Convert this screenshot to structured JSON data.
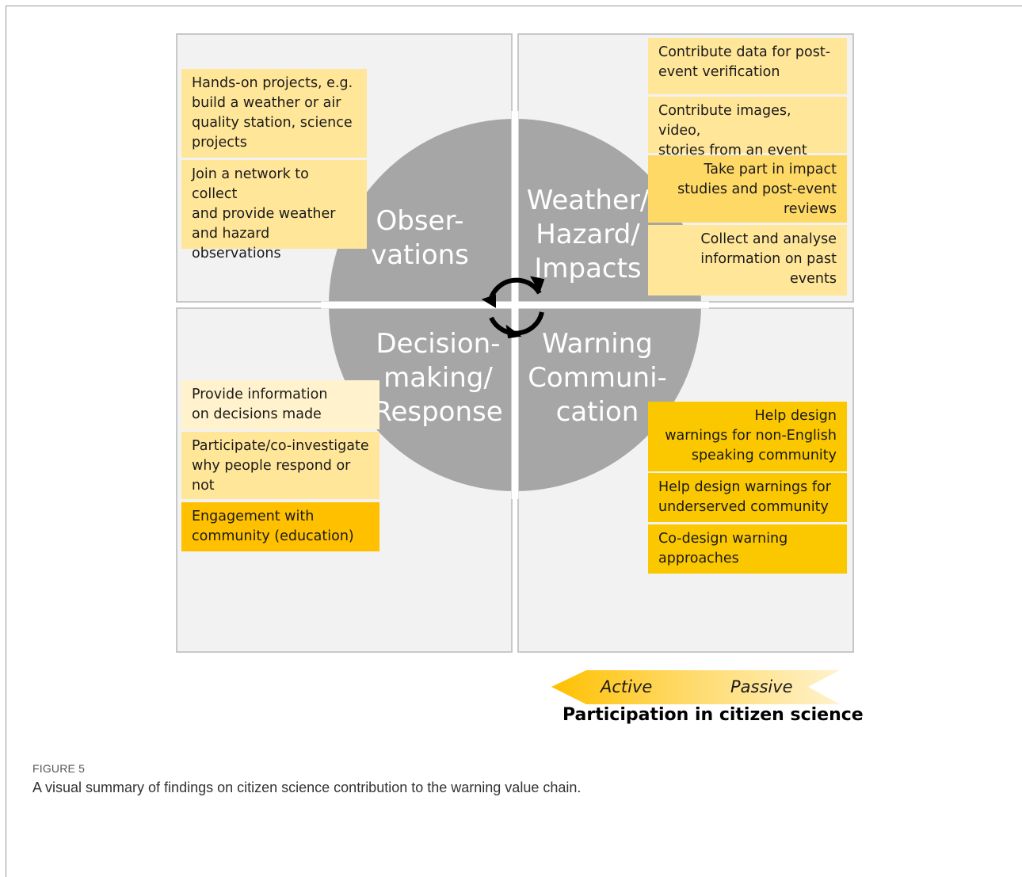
{
  "quadrants": {
    "observations": "Obser-\nvations",
    "weather": "Weather/\nHazard/\nImpacts",
    "decision": "Decision-\nmaking/\nResponse",
    "warning": "Warning\nCommuni-\ncation"
  },
  "boxes": {
    "obs_1": "Hands-on projects, e.g.\nbuild a weather or air\nquality station, science\nprojects",
    "obs_2": "Join a network to collect\nand provide weather\nand hazard\nobservations",
    "wx_1": "Contribute data for post-\nevent verification",
    "wx_2": "Contribute images, video,\nstories from an event",
    "wx_3": "Take part in impact\nstudies and post-event\nreviews",
    "wx_4": "Collect and analyse\ninformation on past\nevents",
    "dec_1": "Provide information\non decisions made",
    "dec_2": "Participate/co-investigate\nwhy people respond or\nnot",
    "dec_3": "Engagement with\ncommunity (education)",
    "warn_1": "Help design\nwarnings for non-English\nspeaking community",
    "warn_2": "Help design warnings for\nunderserved community",
    "warn_3": "Co-design warning\napproaches"
  },
  "legend": {
    "active": "Active",
    "passive": "Passive",
    "title": "Participation in citizen science"
  },
  "caption": {
    "label": "FIGURE 5",
    "text": "A visual summary of findings on citizen science contribution to the warning value chain."
  },
  "colors": {
    "circle": "#a6a6a6",
    "quadrant_bg": "#f2f2f2",
    "lightest": "#fff2cc",
    "light": "#ffe699",
    "medium": "#ffd966",
    "strong": "#ffc000"
  }
}
